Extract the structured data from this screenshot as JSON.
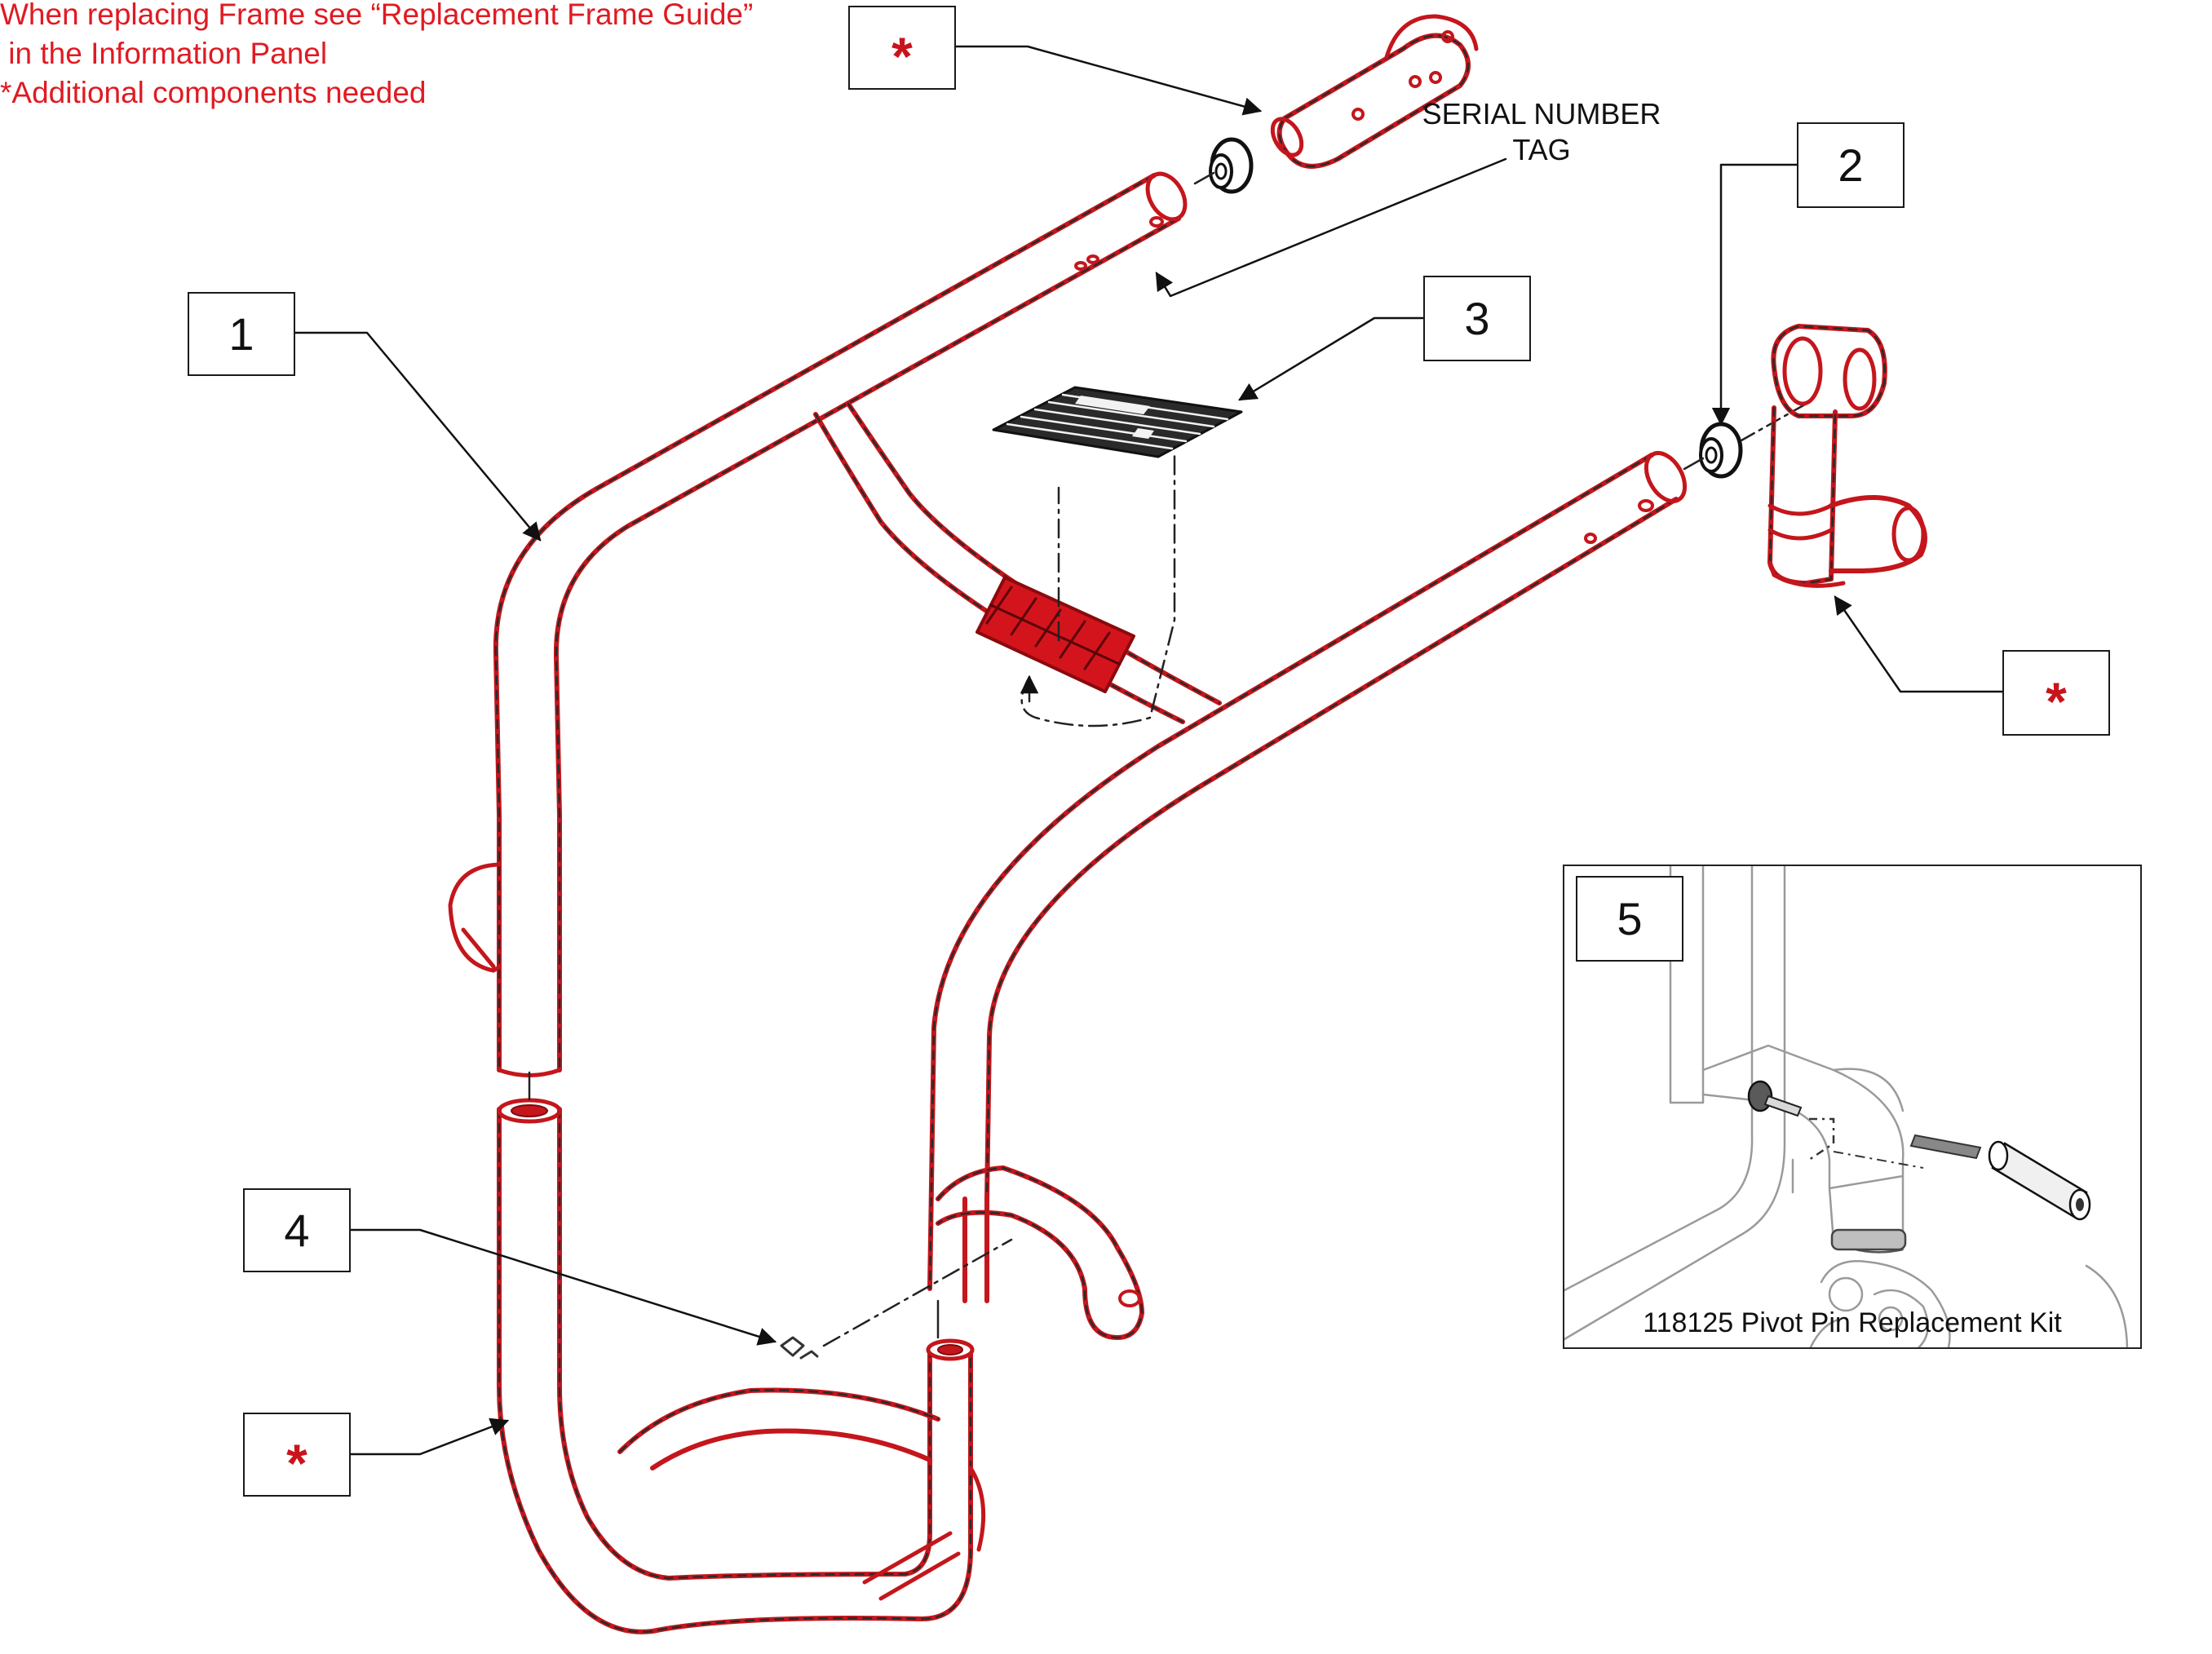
{
  "notes": {
    "line1": "When replacing Frame see “Replacement Frame Guide”",
    "line2": " in the Information Panel",
    "line3": "*Additional components needed"
  },
  "callouts": {
    "c1": "1",
    "c2": "2",
    "c3": "3",
    "c4": "4",
    "c5": "5",
    "star": "*"
  },
  "serial_tag": {
    "line1": "SERIAL NUMBER",
    "line2": "TAG"
  },
  "inset": {
    "caption": "118125 Pivot Pin Replacement Kit"
  },
  "colors": {
    "part_outline": "#c4161c",
    "part_dash": "#2a2a2a",
    "leader": "#111111",
    "note_text": "#e01a22",
    "inset_lines": "#9a9a9a"
  }
}
